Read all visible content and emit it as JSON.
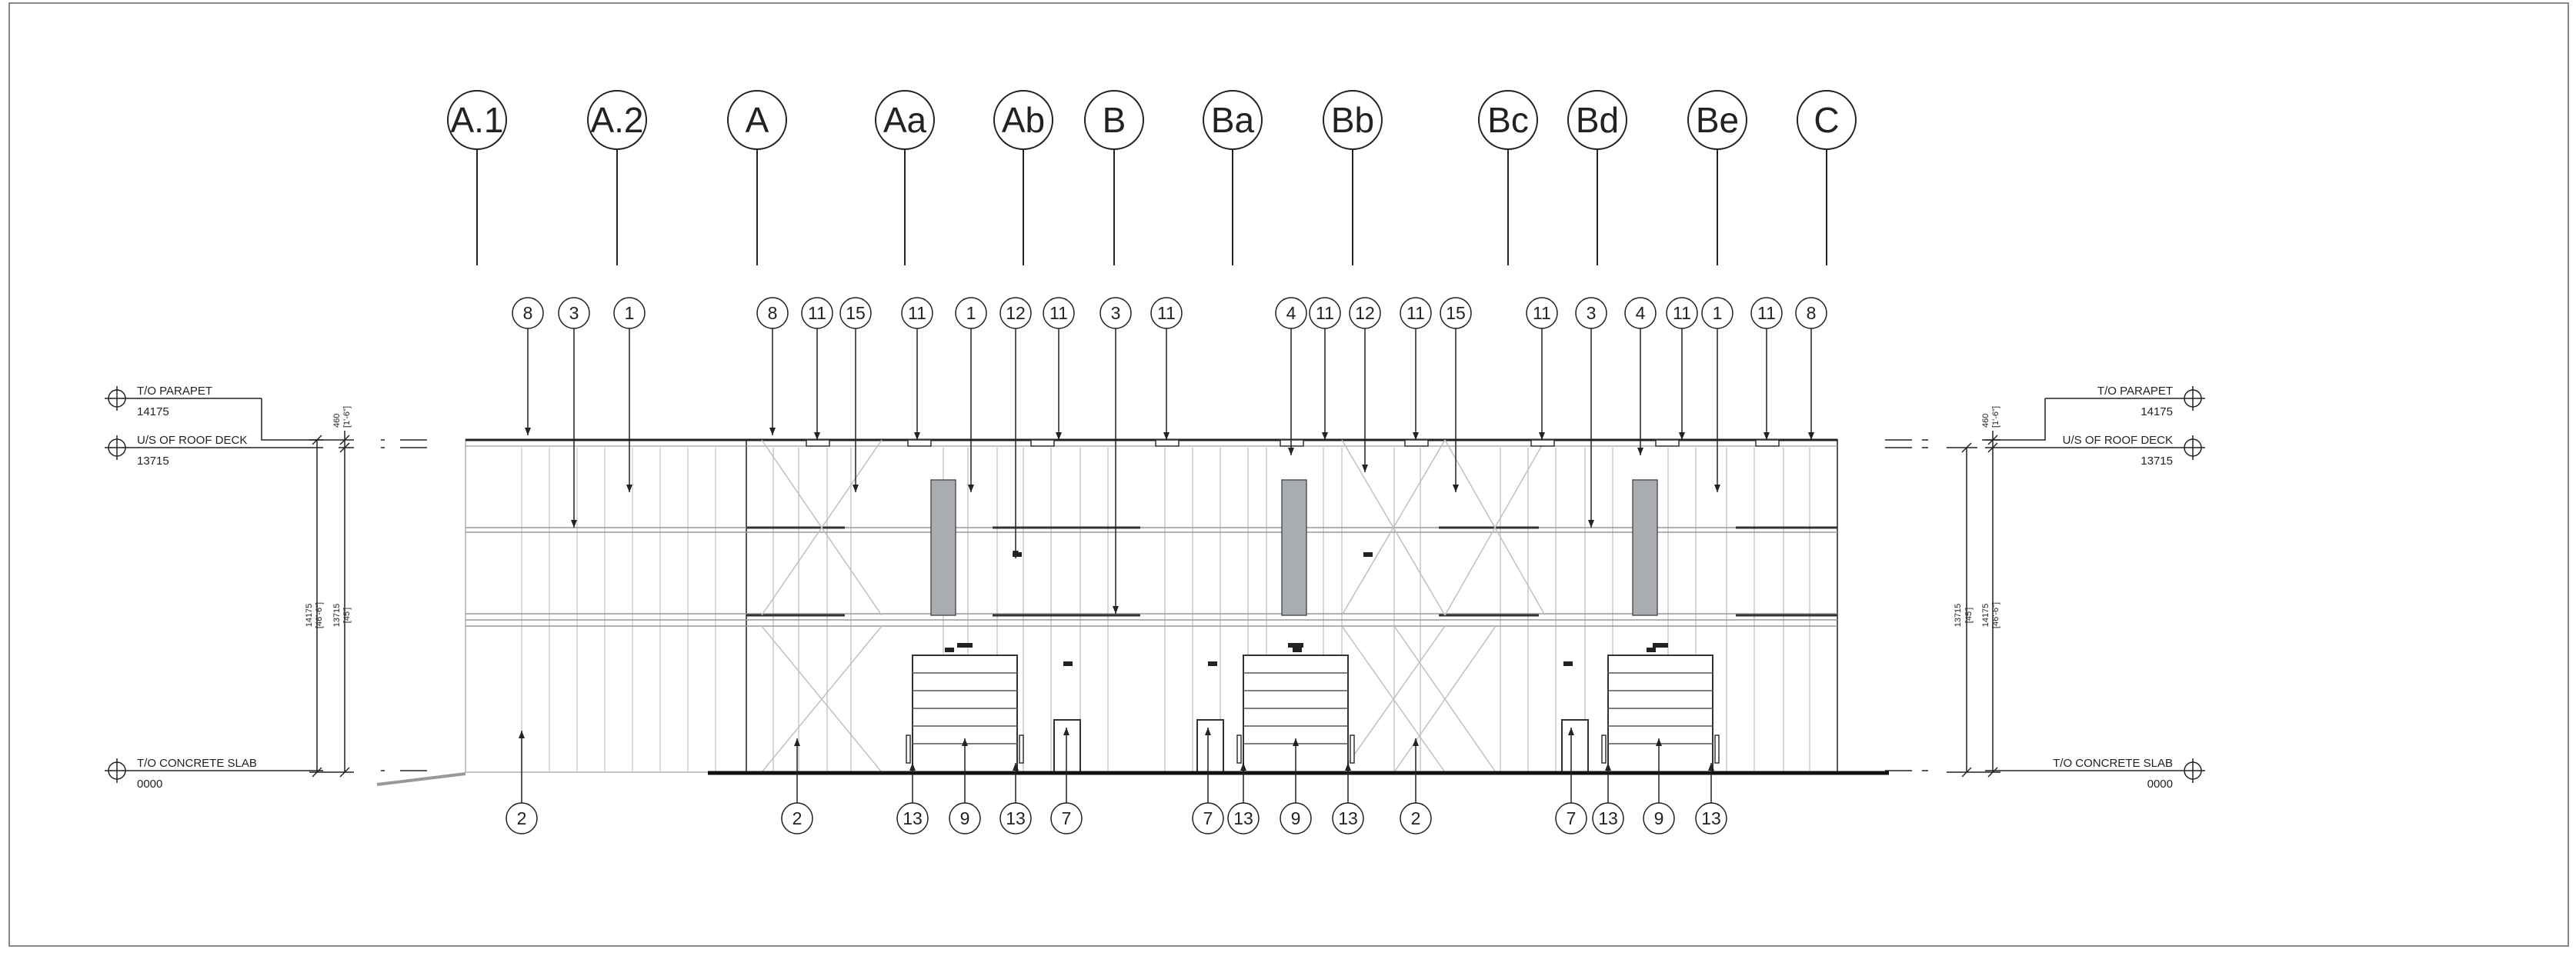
{
  "drawing": {
    "grid_lines": [
      "A.1",
      "A.2",
      "A",
      "Aa",
      "Ab",
      "B",
      "Ba",
      "Bb",
      "Bc",
      "Bd",
      "Be",
      "C"
    ],
    "keynotes_top": [
      "8",
      "3",
      "1",
      "8",
      "11",
      "15",
      "11",
      "1",
      "12",
      "11",
      "3",
      "11",
      "4",
      "11",
      "12",
      "11",
      "15",
      "11",
      "3",
      "4",
      "11",
      "1",
      "11",
      "8"
    ],
    "keynotes_bottom": [
      "2",
      "2",
      "13",
      "9",
      "13",
      "7",
      "7",
      "13",
      "9",
      "13",
      "2",
      "7",
      "13",
      "9",
      "13"
    ],
    "levels": {
      "parapet": {
        "name": "T/O PARAPET",
        "elevation": "14175"
      },
      "roof_deck": {
        "name": "U/S OF ROOF DECK",
        "elevation": "13715"
      },
      "slab": {
        "name": "T/O CONCRETE SLAB",
        "elevation": "0000"
      }
    },
    "dimensions": {
      "parapet_height": "460",
      "parapet_height_imp": "[1'-6\"]",
      "overall_height": "14175",
      "overall_height_imp": "[46'-6\"]",
      "deck_height": "13715",
      "deck_height_imp": "[45']"
    },
    "colors": {
      "line": "#222222",
      "light_line": "#b8b8b8",
      "glass": "#a9adb2"
    }
  }
}
